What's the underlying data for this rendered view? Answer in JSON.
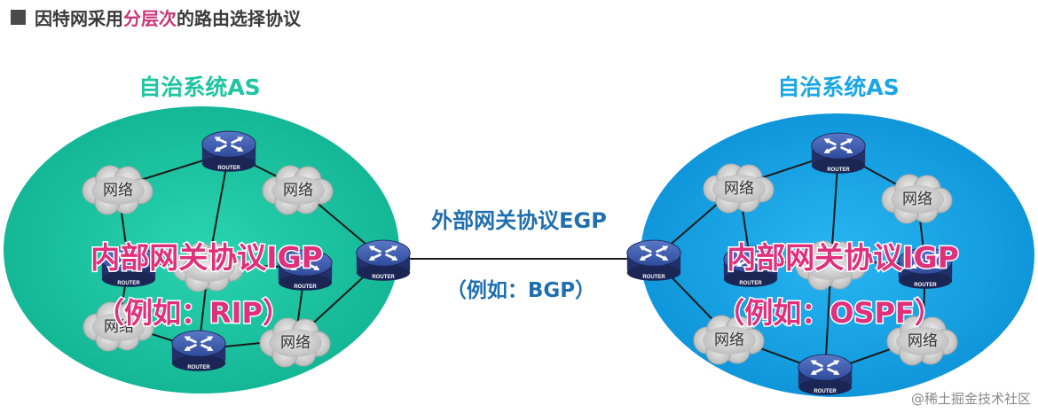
{
  "header": {
    "title_pre": "因特网采用",
    "title_highlight": "分层次",
    "title_post": "的路由选择协议"
  },
  "left_as": {
    "title": "自治系统AS",
    "color": "#1fc5a1",
    "igp_line1": "内部网关协议IGP",
    "igp_line2": "（例如：RIP）"
  },
  "right_as": {
    "title": "自治系统AS",
    "color": "#1aa6e6",
    "igp_line1": "内部网关协议IGP",
    "igp_line2": "（例如：OSPF）"
  },
  "egp": {
    "line1": "外部网关协议EGP",
    "line2": "（例如：BGP）"
  },
  "network_label": "网络",
  "router_label": "ROUTER",
  "watermark": "@稀土掘金技术社区"
}
